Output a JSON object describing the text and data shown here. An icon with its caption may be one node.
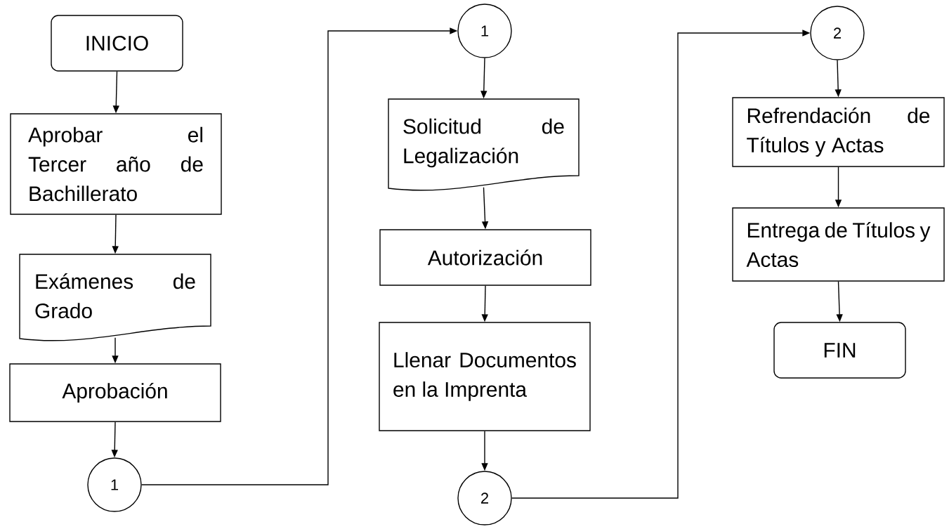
{
  "diagram": {
    "nodes": [
      {
        "text": [
          "INICIO"
        ]
      },
      {
        "text": [
          "Aprobar el Tercer año de Bachillerato"
        ]
      },
      {
        "text": [
          "Exámenes de Grado"
        ]
      },
      {
        "text": [
          "Aprobación"
        ]
      },
      {
        "text": [
          "1"
        ]
      },
      {
        "text": [
          "1"
        ]
      },
      {
        "text": [
          "Solicitud de Legalización"
        ]
      },
      {
        "text": [
          "Autorización"
        ]
      },
      {
        "text": [
          "Llenar Documentos en la Imprenta"
        ]
      },
      {
        "text": [
          "2"
        ]
      },
      {
        "text": [
          "2"
        ]
      },
      {
        "text": [
          "Refrendación de Títulos y Actas"
        ]
      },
      {
        "text": [
          "Entrega de Títulos y Actas"
        ]
      },
      {
        "text": [
          "FIN"
        ]
      }
    ],
    "edges": [
      {
        "from": 0,
        "to": 1,
        "arrow": "to"
      },
      {
        "from": 1,
        "to": 2,
        "arrow": "to"
      },
      {
        "from": 2,
        "to": 3,
        "arrow": "to"
      },
      {
        "from": 3,
        "to": 4,
        "arrow": "to"
      },
      {
        "from": 4,
        "to": 5,
        "arrow": "to"
      },
      {
        "from": 5,
        "to": 6,
        "arrow": "to"
      },
      {
        "from": 6,
        "to": 7,
        "arrow": "to"
      },
      {
        "from": 7,
        "to": 8,
        "arrow": "to"
      },
      {
        "from": 8,
        "to": 9,
        "arrow": "to"
      },
      {
        "from": 9,
        "to": 10,
        "arrow": "to"
      },
      {
        "from": 10,
        "to": 11,
        "arrow": "to"
      },
      {
        "from": 11,
        "to": 12,
        "arrow": "to"
      },
      {
        "from": 12,
        "to": 13,
        "arrow": "to"
      }
    ]
  }
}
